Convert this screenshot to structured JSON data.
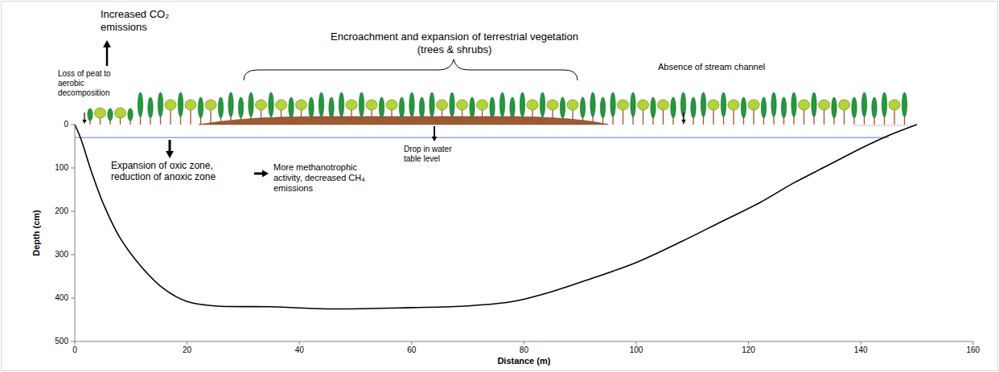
{
  "diagram": {
    "labels": [
      "Increased CO₂ emissions",
      "Loss of peat to aerobic decomposition",
      "Encroachment and expansion of terrestrial vegetation (trees & shrubs)",
      "Absence of stream channel",
      "Drop in water table level",
      "Expansion of oxic zone, reduction of anoxic zone",
      "More methanotrophic activity, decreased CH₄ emissions",
      "Depth (cm)",
      "Distance (m)",
      "0",
      "100",
      "200",
      "300",
      "400",
      "500",
      "0",
      "20",
      "40",
      "60",
      "80",
      "100",
      "120",
      "140",
      "160"
    ]
  }
}
